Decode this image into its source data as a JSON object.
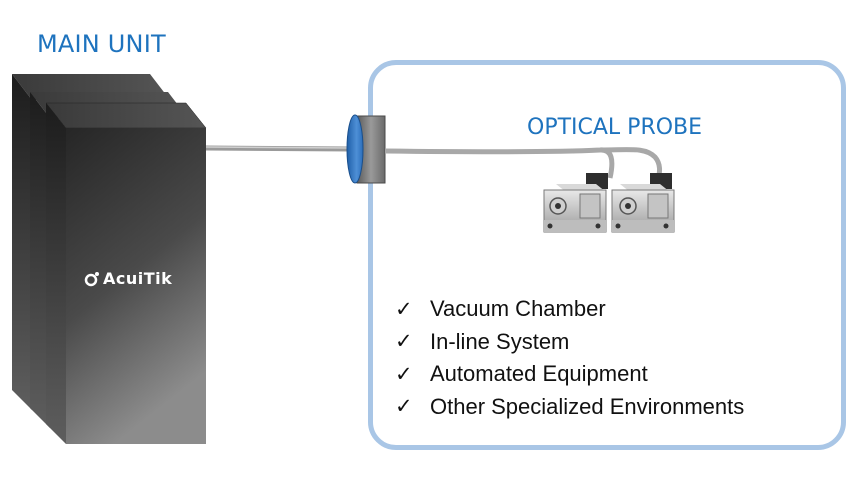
{
  "labels": {
    "main_unit": "MAIN UNIT",
    "optical_probe": "OPTICAL PROBE",
    "brand": "AcuiTik"
  },
  "environments": [
    {
      "icon": "check-icon",
      "label": "Vacuum Chamber"
    },
    {
      "icon": "check-icon",
      "label": "In-line System"
    },
    {
      "icon": "check-icon",
      "label": "Automated Equipment"
    },
    {
      "icon": "check-icon",
      "label": "Other Specialized Environments"
    }
  ],
  "colors": {
    "heading": "#1e73be",
    "env_border": "#a9c6e6",
    "unit_dark": "#2b2b2b",
    "unit_light": "#8a8a8a"
  }
}
